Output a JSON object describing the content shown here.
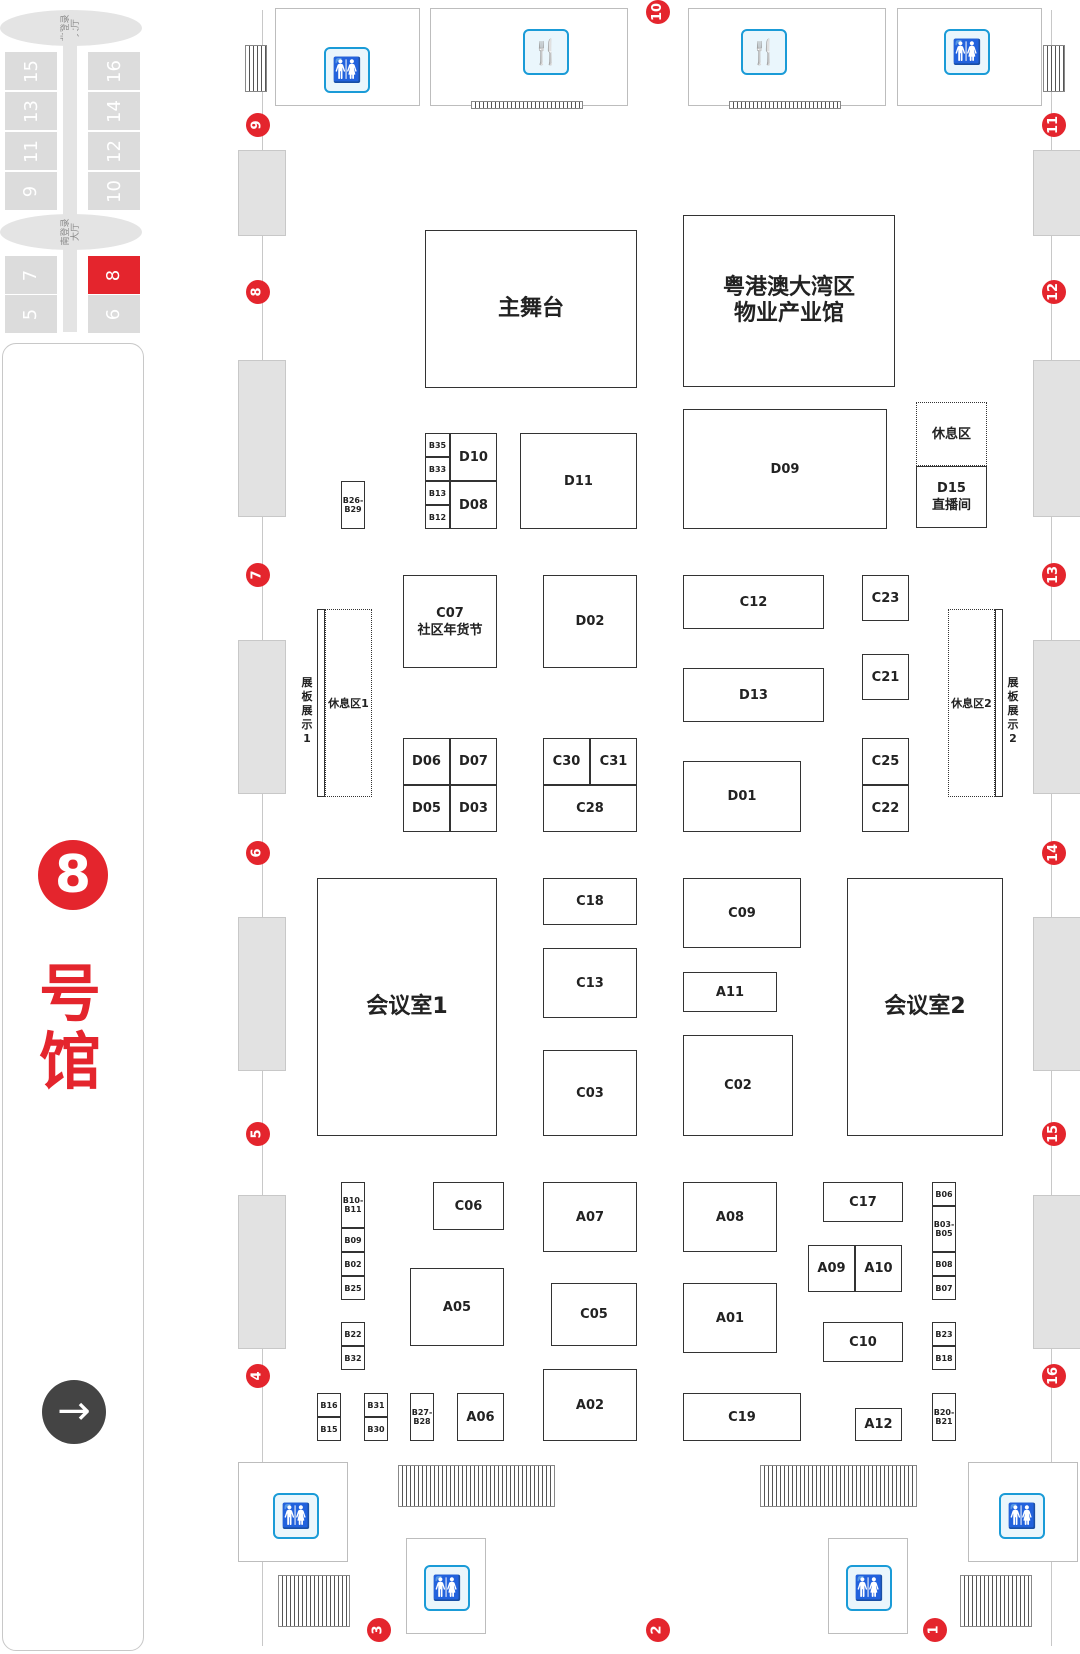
{
  "mini_map": {
    "north_lobby": "北登录\n大厅",
    "south_lobby": "南登录\n大厅",
    "halls": [
      "15",
      "16",
      "13",
      "14",
      "11",
      "12",
      "9",
      "10",
      "7",
      "8",
      "5",
      "6"
    ],
    "active_hall": "8"
  },
  "side_panel": {
    "hall_number": "8",
    "hall_text": "号\n馆",
    "arrow": "→"
  },
  "main_areas": {
    "main_stage": "主舞台",
    "gba_pavilion": "粤港澳大湾区\n物业产业馆",
    "meeting_1": "会议室1",
    "meeting_2": "会议室2",
    "rest_area": "休息区",
    "rest_area_1": "休息区1",
    "rest_area_2": "休息区2",
    "panel_display_1": "展\n板\n展\n示\n1",
    "panel_display_2": "展\n板\n展\n示\n2",
    "d15": "D15\n直播间",
    "c07": "C07\n社区年货节"
  },
  "booths": {
    "D10": "D10",
    "D08": "D08",
    "D11": "D11",
    "D09": "D09",
    "D02": "D02",
    "C12": "C12",
    "C23": "C23",
    "D13": "D13",
    "C21": "C21",
    "D06": "D06",
    "D07": "D07",
    "D05": "D05",
    "D03": "D03",
    "C30": "C30",
    "C31": "C31",
    "C28": "C28",
    "D01": "D01",
    "C25": "C25",
    "C22": "C22",
    "C18": "C18",
    "C09": "C09",
    "C13": "C13",
    "A11": "A11",
    "C03": "C03",
    "C02": "C02",
    "C06": "C06",
    "A07": "A07",
    "A08": "A08",
    "C17": "C17",
    "A09": "A09",
    "A10": "A10",
    "A05": "A05",
    "C05": "C05",
    "A01": "A01",
    "C10": "C10",
    "A06": "A06",
    "A02": "A02",
    "C19": "C19",
    "A12": "A12",
    "B35": "B35",
    "B33": "B33",
    "B13": "B13",
    "B12": "B12",
    "B26_29": "B26-\nB29",
    "B10_11": "B10-\nB11",
    "B09": "B09",
    "B02": "B02",
    "B25": "B25",
    "B22": "B22",
    "B32": "B32",
    "B16": "B16",
    "B15": "B15",
    "B31": "B31",
    "B30": "B30",
    "B27_28": "B27-\nB28",
    "B06": "B06",
    "B03_05": "B03-\nB05",
    "B08": "B08",
    "B07": "B07",
    "B23": "B23",
    "B18": "B18",
    "B20_21": "B20-\nB21"
  },
  "doors": [
    "1",
    "2",
    "3",
    "4",
    "5",
    "6",
    "7",
    "8",
    "9",
    "10",
    "11",
    "12",
    "13",
    "14",
    "15",
    "16"
  ],
  "colors": {
    "accent_red": "#e4252d",
    "facility_blue": "#1a9bd7"
  },
  "icons": {
    "restroom": "restroom-icon",
    "restaurant": "restaurant-icon"
  }
}
